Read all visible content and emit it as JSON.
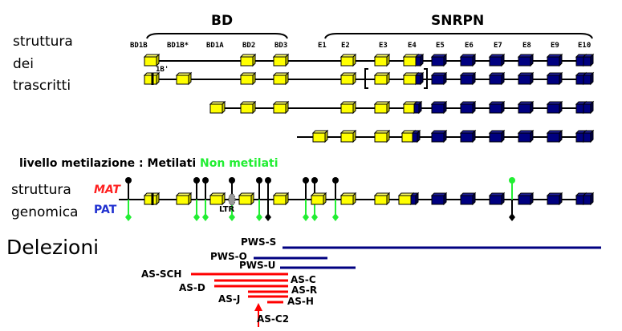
{
  "colors": {
    "exon_yellow": "#ffff00",
    "exon_blue": "#000080",
    "methylated": "#000000",
    "unmethylated": "#22ee33",
    "maternal": "#ff2020",
    "paternal": "#2030d0",
    "deletion_pws": "#000080",
    "deletion_as": "#ff0000"
  },
  "gene_groups": [
    {
      "name": "BD"
    },
    {
      "name": "SNRPN"
    }
  ],
  "exon_labels": [
    "BD1B",
    "BD1B*",
    "BD1A",
    "BD2",
    "BD3",
    "E1",
    "E2",
    "E3",
    "E4",
    "E5",
    "E6",
    "E7",
    "E8",
    "E9",
    "E10"
  ],
  "transcript_section": {
    "label_lines": [
      "struttura",
      "dei",
      "trascritti"
    ],
    "alt_exon_label": "1B'",
    "transcripts": [
      {
        "exons": [
          "BD1B",
          "BD2",
          "BD3",
          "E2",
          "E3",
          "E4",
          "E5",
          "E6",
          "E7",
          "E8",
          "E9",
          "E10"
        ]
      },
      {
        "exons": [
          "BD1B",
          "BD1B*",
          "BD2",
          "BD3",
          "E2",
          "(E3",
          "E4)",
          "E5",
          "E6",
          "E7",
          "E8",
          "E9",
          "E10"
        ]
      },
      {
        "exons": [
          "BD1A",
          "BD2",
          "BD3",
          "E2",
          "E3",
          "E4",
          "E5",
          "E6",
          "E7",
          "E8",
          "E9",
          "E10"
        ]
      },
      {
        "exons": [
          "E1",
          "E2",
          "E3",
          "E4",
          "E5",
          "E6",
          "E7",
          "E8",
          "E9",
          "E10"
        ]
      }
    ]
  },
  "methylation_legend": {
    "prefix": "livello metilazione : ",
    "methylated": "Metilati",
    "unmethylated": "Non metilati"
  },
  "genomic_section": {
    "label_lines": [
      "struttura",
      "genomica"
    ],
    "mat": "MAT",
    "pat": "PAT",
    "ltr": "LTR"
  },
  "deletions": {
    "title": "Delezioni",
    "items": [
      {
        "name": "PWS-S",
        "type": "PWS"
      },
      {
        "name": "PWS-O",
        "type": "PWS"
      },
      {
        "name": "PWS-U",
        "type": "PWS"
      },
      {
        "name": "AS-SCH",
        "type": "AS"
      },
      {
        "name": "AS-C",
        "type": "AS"
      },
      {
        "name": "AS-D",
        "type": "AS"
      },
      {
        "name": "AS-R",
        "type": "AS"
      },
      {
        "name": "AS-J",
        "type": "AS"
      },
      {
        "name": "AS-H",
        "type": "AS"
      },
      {
        "name": "AS-C2",
        "type": "AS"
      }
    ]
  }
}
